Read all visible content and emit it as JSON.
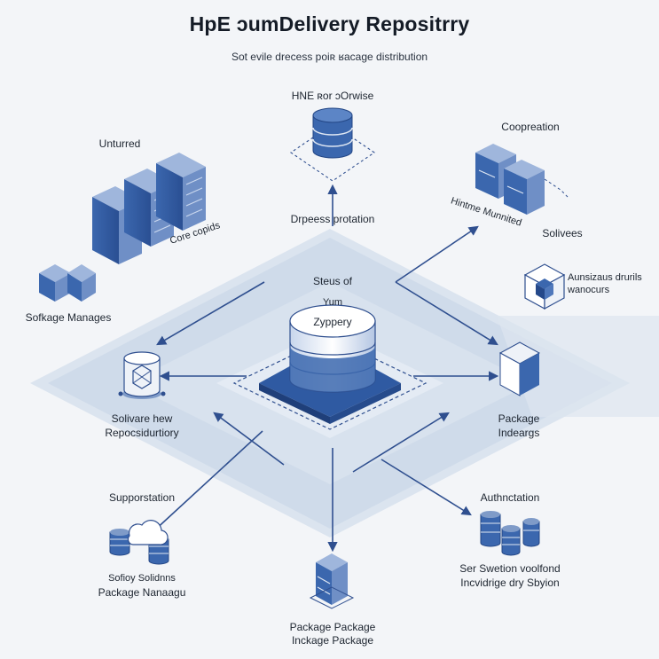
{
  "title": "HpE ɔumDelivery Repositrry",
  "subtitle": "Sot evile drecess poiʀ ʁacage distribution",
  "center": {
    "label_line1": "Steus of",
    "label_line2": "Yum",
    "cylinder_label": "Zyppery"
  },
  "nodes": {
    "top": {
      "label": "HNE ʀor ɔOrwise",
      "edge_label": "Drpeess protation"
    },
    "top_left": {
      "label": "Unturred",
      "edge_label": "Core copids"
    },
    "top_right": {
      "label": "Coopreation",
      "tilted_label": "Hintme Munnited",
      "side_label": "Solivees"
    },
    "left_blocks": {
      "label": "Sofkage Manages"
    },
    "left": {
      "label_line1": "Solivare hew",
      "label_line2": "Repocsidurtiory"
    },
    "right_cube": {
      "label_line1": "Aunsizaus drurils",
      "label_line2": "wanocurs"
    },
    "right": {
      "label_line1": "Package",
      "label_line2": "Indeargs"
    },
    "bottom_left": {
      "label": "Supporstation",
      "label2_line1": "Sofioy Solidnns",
      "label2_line2": "Package Nanaagu"
    },
    "bottom_right": {
      "label": "Authnctation",
      "label2_line1": "Ser Swetion voolfond",
      "label2_line2": "Incvidrige dry Sbyion"
    },
    "bottom": {
      "label_line1": "Package Package",
      "label_line2": "Inckage Package"
    }
  },
  "colors": {
    "accent": "#3a66ad",
    "accent_dark": "#25498a",
    "platform": "#cfdbea",
    "platform_light": "#dfe7f1",
    "arrow": "#2f4f8f",
    "background": "#f3f5f8"
  }
}
